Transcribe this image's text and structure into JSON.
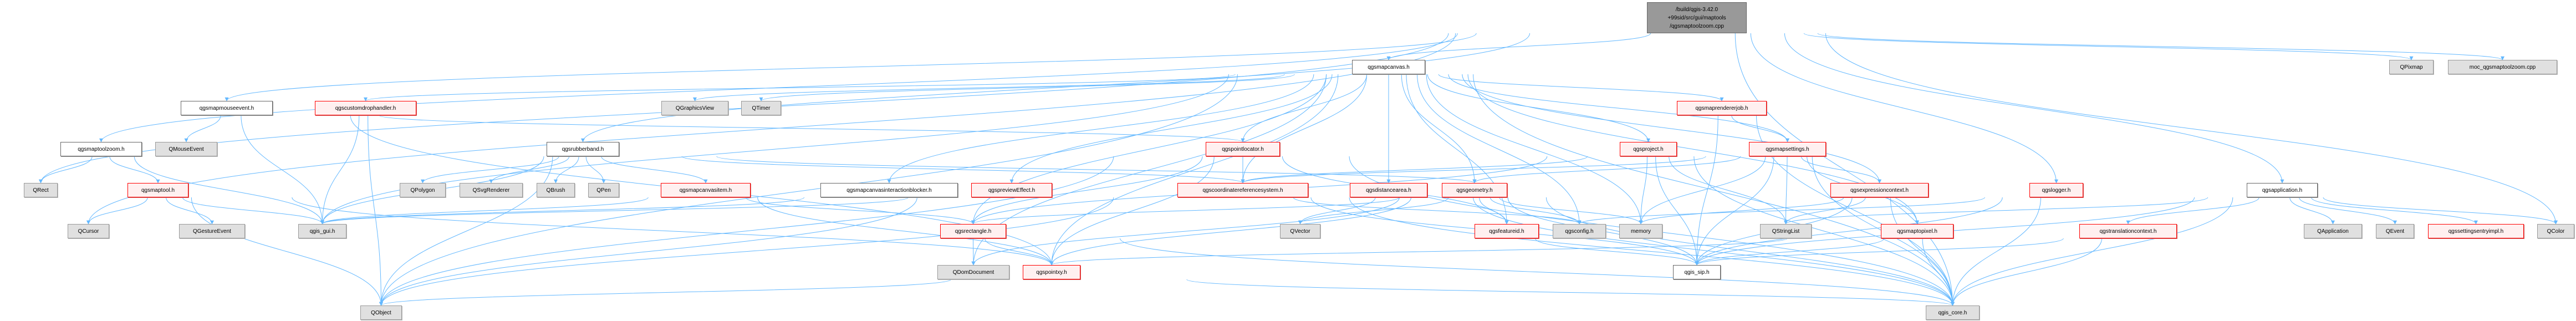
{
  "title": "/build/qgis-3.42.0+99sid/src/gui/maptools/qgsmaptoolzoom.cpp",
  "colors": {
    "edge": "#63b8ff",
    "main_fill": "#999999",
    "red_border": "#ff0000",
    "red_fill": "#fff0f0",
    "gray_fill": "#e0e0e0"
  },
  "nodes": [
    {
      "id": "main",
      "label": "/build/qgis-3.42.0\n+99sid/src/gui/maptools\n/qgsmaptoolzoom.cpp",
      "kind": "main"
    },
    {
      "id": "qgsmapcanvas",
      "label": "qgsmapcanvas.h",
      "kind": "white"
    },
    {
      "id": "QPixmap",
      "label": "QPixmap",
      "kind": "gray"
    },
    {
      "id": "moc",
      "label": "moc_qgsmaptoolzoom.cpp",
      "kind": "gray"
    },
    {
      "id": "qgsmapmouseevent",
      "label": "qgsmapmouseevent.h",
      "kind": "white"
    },
    {
      "id": "qgscustomdrophandler",
      "label": "qgscustomdrophandler.h",
      "kind": "red"
    },
    {
      "id": "QGraphicsView",
      "label": "QGraphicsView",
      "kind": "gray"
    },
    {
      "id": "QTimer",
      "label": "QTimer",
      "kind": "gray"
    },
    {
      "id": "qgsmaprendererjob",
      "label": "qgsmaprendererjob.h",
      "kind": "red"
    },
    {
      "id": "qgsmaptoolzoom",
      "label": "qgsmaptoolzoom.h",
      "kind": "white"
    },
    {
      "id": "QMouseEvent",
      "label": "QMouseEvent",
      "kind": "gray"
    },
    {
      "id": "qgsrubberband",
      "label": "qgsrubberband.h",
      "kind": "white"
    },
    {
      "id": "qgspointlocator",
      "label": "qgspointlocator.h",
      "kind": "red"
    },
    {
      "id": "qgsproject",
      "label": "qgsproject.h",
      "kind": "red"
    },
    {
      "id": "qgsmapsettings",
      "label": "qgsmapsettings.h",
      "kind": "red"
    },
    {
      "id": "QRect",
      "label": "QRect",
      "kind": "gray"
    },
    {
      "id": "qgsmaptool",
      "label": "qgsmaptool.h",
      "kind": "red"
    },
    {
      "id": "QPolygon",
      "label": "QPolygon",
      "kind": "gray"
    },
    {
      "id": "QSvgRenderer",
      "label": "QSvgRenderer",
      "kind": "gray"
    },
    {
      "id": "QBrush",
      "label": "QBrush",
      "kind": "gray"
    },
    {
      "id": "QPen",
      "label": "QPen",
      "kind": "gray"
    },
    {
      "id": "qgsmapcanvasitem",
      "label": "qgsmapcanvasitem.h",
      "kind": "red"
    },
    {
      "id": "qgsmapcanvasinteractionblocker",
      "label": "qgsmapcanvasinteractionblocker.h",
      "kind": "white"
    },
    {
      "id": "qgspreviewEffect",
      "label": "qgspreviewEffect.h",
      "kind": "red"
    },
    {
      "id": "qgscoordinatereferencesystem",
      "label": "qgscoordinatereferencesystem.h",
      "kind": "red"
    },
    {
      "id": "qgsdistancearea",
      "label": "qgsdistancearea.h",
      "kind": "red"
    },
    {
      "id": "qgsgeometry",
      "label": "qgsgeometry.h",
      "kind": "red"
    },
    {
      "id": "qgsexpressioncontext",
      "label": "qgsexpressioncontext.h",
      "kind": "red"
    },
    {
      "id": "qgslogger",
      "label": "qgslogger.h",
      "kind": "red"
    },
    {
      "id": "qgsapplication",
      "label": "qgsapplication.h",
      "kind": "white"
    },
    {
      "id": "QCursor",
      "label": "QCursor",
      "kind": "gray"
    },
    {
      "id": "QGestureEvent",
      "label": "QGestureEvent",
      "kind": "gray"
    },
    {
      "id": "qgis_gui",
      "label": "qgis_gui.h",
      "kind": "gray"
    },
    {
      "id": "qgsrectangle",
      "label": "qgsrectangle.h",
      "kind": "red"
    },
    {
      "id": "QVector",
      "label": "QVector",
      "kind": "gray"
    },
    {
      "id": "qgsfeatureid",
      "label": "qgsfeatureid.h",
      "kind": "red"
    },
    {
      "id": "qgsconfig",
      "label": "qgsconfig.h",
      "kind": "gray"
    },
    {
      "id": "memory",
      "label": "memory",
      "kind": "gray"
    },
    {
      "id": "QStringList",
      "label": "QStringList",
      "kind": "gray"
    },
    {
      "id": "qgsmaptopixel",
      "label": "qgsmaptopixel.h",
      "kind": "red"
    },
    {
      "id": "qgstranslationcontext",
      "label": "qgstranslationcontext.h",
      "kind": "red"
    },
    {
      "id": "QApplication",
      "label": "QApplication",
      "kind": "gray"
    },
    {
      "id": "QEvent",
      "label": "QEvent",
      "kind": "gray"
    },
    {
      "id": "qgssettingsentryimpl",
      "label": "qgssettingsentryimpl.h",
      "kind": "red"
    },
    {
      "id": "QColor",
      "label": "QColor",
      "kind": "gray"
    },
    {
      "id": "QDomDocument",
      "label": "QDomDocument",
      "kind": "gray"
    },
    {
      "id": "qgspointxy",
      "label": "qgspointxy.h",
      "kind": "red"
    },
    {
      "id": "qgis_sip",
      "label": "qgis_sip.h",
      "kind": "white"
    },
    {
      "id": "QObject",
      "label": "QObject",
      "kind": "gray"
    },
    {
      "id": "qgis_core",
      "label": "qgis_core.h",
      "kind": "gray"
    }
  ],
  "edges": [
    [
      "main",
      "qgsmapcanvas"
    ],
    [
      "main",
      "QPixmap"
    ],
    [
      "main",
      "moc"
    ],
    [
      "main",
      "qgsapplication"
    ],
    [
      "main",
      "qgslogger"
    ],
    [
      "main",
      "QColor"
    ],
    [
      "main",
      "qgsmapmouseevent"
    ],
    [
      "main",
      "qgsmaptoolzoom"
    ],
    [
      "main",
      "QRect"
    ],
    [
      "main",
      "QCursor"
    ],
    [
      "main",
      "qgsrubberband"
    ],
    [
      "main",
      "qgis_core"
    ],
    [
      "qgsmapcanvas",
      "QGraphicsView"
    ],
    [
      "qgsmapcanvas",
      "QTimer"
    ],
    [
      "qgsmapcanvas",
      "qgscustomdrophandler"
    ],
    [
      "qgsmapcanvas",
      "qgsmaprendererjob"
    ],
    [
      "qgsmapcanvas",
      "qgsproject"
    ],
    [
      "qgsmapcanvas",
      "qgsmapsettings"
    ],
    [
      "qgsmapcanvas",
      "qgsdistancearea"
    ],
    [
      "qgsmapcanvas",
      "qgsgeometry"
    ],
    [
      "qgsmapcanvas",
      "qgsfeatureid"
    ],
    [
      "qgsmapcanvas",
      "qgsconfig"
    ],
    [
      "qgsmapcanvas",
      "memory"
    ],
    [
      "qgsmapcanvas",
      "qgsexpressioncontext"
    ],
    [
      "qgsmapcanvas",
      "qgspointlocator"
    ],
    [
      "qgsmapcanvas",
      "qgsmapcanvasinteractionblocker"
    ],
    [
      "qgsmapcanvas",
      "qgspreviewEffect"
    ],
    [
      "qgsmapcanvas",
      "qgsrectangle"
    ],
    [
      "qgsmapcanvas",
      "qgspointxy"
    ],
    [
      "qgsmapcanvas",
      "QDomDocument"
    ],
    [
      "qgsmapcanvas",
      "qgis_gui"
    ],
    [
      "qgsmapcanvas",
      "QObject"
    ],
    [
      "qgsmapcanvas",
      "qgsmaptopixel"
    ],
    [
      "qgsmapcanvas",
      "qgis_core"
    ],
    [
      "qgsmapcanvas",
      "qgscoordinatereferencesystem"
    ],
    [
      "qgsmapmouseevent",
      "QMouseEvent"
    ],
    [
      "qgsmapmouseevent",
      "qgis_gui"
    ],
    [
      "qgsmapmouseevent",
      "qgspointxy"
    ],
    [
      "qgsmapmouseevent",
      "qgspointlocator"
    ],
    [
      "qgscustomdrophandler",
      "qgis_gui"
    ],
    [
      "qgscustomdrophandler",
      "QObject"
    ],
    [
      "qgsmaptoolzoom",
      "QRect"
    ],
    [
      "qgsmaptoolzoom",
      "qgsmaptool"
    ],
    [
      "qgsmaptoolzoom",
      "qgis_gui"
    ],
    [
      "qgsmaptool",
      "QCursor"
    ],
    [
      "qgsmaptool",
      "QGestureEvent"
    ],
    [
      "qgsmaptool",
      "qgis_gui"
    ],
    [
      "qgsmaptool",
      "QObject"
    ],
    [
      "qgsmaptool",
      "qgspointxy"
    ],
    [
      "qgsrubberband",
      "QPolygon"
    ],
    [
      "qgsrubberband",
      "QSvgRenderer"
    ],
    [
      "qgsrubberband",
      "QBrush"
    ],
    [
      "qgsrubberband",
      "QPen"
    ],
    [
      "qgsrubberband",
      "qgis_gui"
    ],
    [
      "qgsrubberband",
      "qgsmapcanvasitem"
    ],
    [
      "qgsrubberband",
      "qgsgeometry"
    ],
    [
      "qgsrubberband",
      "qgscoordinatereferencesystem"
    ],
    [
      "qgsrubberband",
      "QObject"
    ],
    [
      "qgsmapcanvasitem",
      "qgis_gui"
    ],
    [
      "qgsmapcanvasitem",
      "qgsrectangle"
    ],
    [
      "qgsmapcanvasitem",
      "qgspointxy"
    ],
    [
      "qgsmapcanvasinteractionblocker",
      "qgis_gui"
    ],
    [
      "qgspreviewEffect",
      "qgis_gui"
    ],
    [
      "qgspreviewEffect",
      "QObject"
    ],
    [
      "qgspointlocator",
      "qgscoordinatereferencesystem"
    ],
    [
      "qgspointlocator",
      "qgspointxy"
    ],
    [
      "qgspointlocator",
      "qgsfeatureid"
    ],
    [
      "qgspointlocator",
      "qgis_core"
    ],
    [
      "qgspointlocator",
      "qgsrectangle"
    ],
    [
      "qgspointlocator",
      "QObject"
    ],
    [
      "qgscoordinatereferencesystem",
      "qgis_core"
    ],
    [
      "qgscoordinatereferencesystem",
      "qgis_sip"
    ],
    [
      "qgscoordinatereferencesystem",
      "QObject"
    ],
    [
      "qgscoordinatereferencesystem",
      "qgsconfig"
    ],
    [
      "qgsrectangle",
      "QDomDocument"
    ],
    [
      "qgsrectangle",
      "qgspointxy"
    ],
    [
      "qgsrectangle",
      "qgis_core"
    ],
    [
      "qgspointxy",
      "qgis_core"
    ],
    [
      "qgspointxy",
      "QObject"
    ],
    [
      "qgsgeometry",
      "QVector"
    ],
    [
      "qgsgeometry",
      "qgsfeatureid"
    ],
    [
      "qgsgeometry",
      "qgsconfig"
    ],
    [
      "qgsgeometry",
      "memory"
    ],
    [
      "qgsgeometry",
      "qgis_sip"
    ],
    [
      "qgsgeometry",
      "qgis_core"
    ],
    [
      "qgsgeometry",
      "qgspointxy"
    ],
    [
      "qgsgeometry",
      "qgsrectangle"
    ],
    [
      "qgsgeometry",
      "QDomDocument"
    ],
    [
      "qgsdistancearea",
      "QVector"
    ],
    [
      "qgsdistancearea",
      "qgis_core"
    ],
    [
      "qgsproject",
      "memory"
    ],
    [
      "qgsproject",
      "QStringList"
    ],
    [
      "qgsproject",
      "qgis_sip"
    ],
    [
      "qgsproject",
      "qgis_core"
    ],
    [
      "qgsproject",
      "qgsrectangle"
    ],
    [
      "qgsproject",
      "qgscoordinatereferencesystem"
    ],
    [
      "qgsmaprendererjob",
      "qgsmapsettings"
    ],
    [
      "qgsmaprendererjob",
      "qgis_sip"
    ],
    [
      "qgsmaprendererjob",
      "qgis_core"
    ],
    [
      "qgsmapsettings",
      "qgsexpressioncontext"
    ],
    [
      "qgsmapsettings",
      "QStringList"
    ],
    [
      "qgsmapsettings",
      "qgis_sip"
    ],
    [
      "qgsmapsettings",
      "qgsgeometry"
    ],
    [
      "qgsmapsettings",
      "qgscoordinatereferencesystem"
    ],
    [
      "qgsmapsettings",
      "qgsmaptopixel"
    ],
    [
      "qgsmapsettings",
      "qgis_core"
    ],
    [
      "qgsmapsettings",
      "memory"
    ],
    [
      "qgsexpressioncontext",
      "QStringList"
    ],
    [
      "qgsexpressioncontext",
      "qgis_sip"
    ],
    [
      "qgsexpressioncontext",
      "qgis_core"
    ],
    [
      "qgsexpressioncontext",
      "memory"
    ],
    [
      "qgsmaptopixel",
      "qgis_sip"
    ],
    [
      "qgsmaptopixel",
      "qgis_core"
    ],
    [
      "qgsmaptopixel",
      "qgspointxy"
    ],
    [
      "qgslogger",
      "qgis_core"
    ],
    [
      "qgslogger",
      "qgis_sip"
    ],
    [
      "qgslogger",
      "qgsconfig"
    ],
    [
      "qgsapplication",
      "qgstranslationcontext"
    ],
    [
      "qgsapplication",
      "QApplication"
    ],
    [
      "qgsapplication",
      "QEvent"
    ],
    [
      "qgsapplication",
      "qgssettingsentryimpl"
    ],
    [
      "qgsapplication",
      "QColor"
    ],
    [
      "qgsapplication",
      "qgis_core"
    ],
    [
      "qgsapplication",
      "qgis_sip"
    ],
    [
      "qgsapplication",
      "QStringList"
    ],
    [
      "qgstranslationcontext",
      "qgis_core"
    ],
    [
      "qgstranslationcontext",
      "qgis_sip"
    ],
    [
      "qgsfeatureid",
      "qgis_sip"
    ]
  ]
}
